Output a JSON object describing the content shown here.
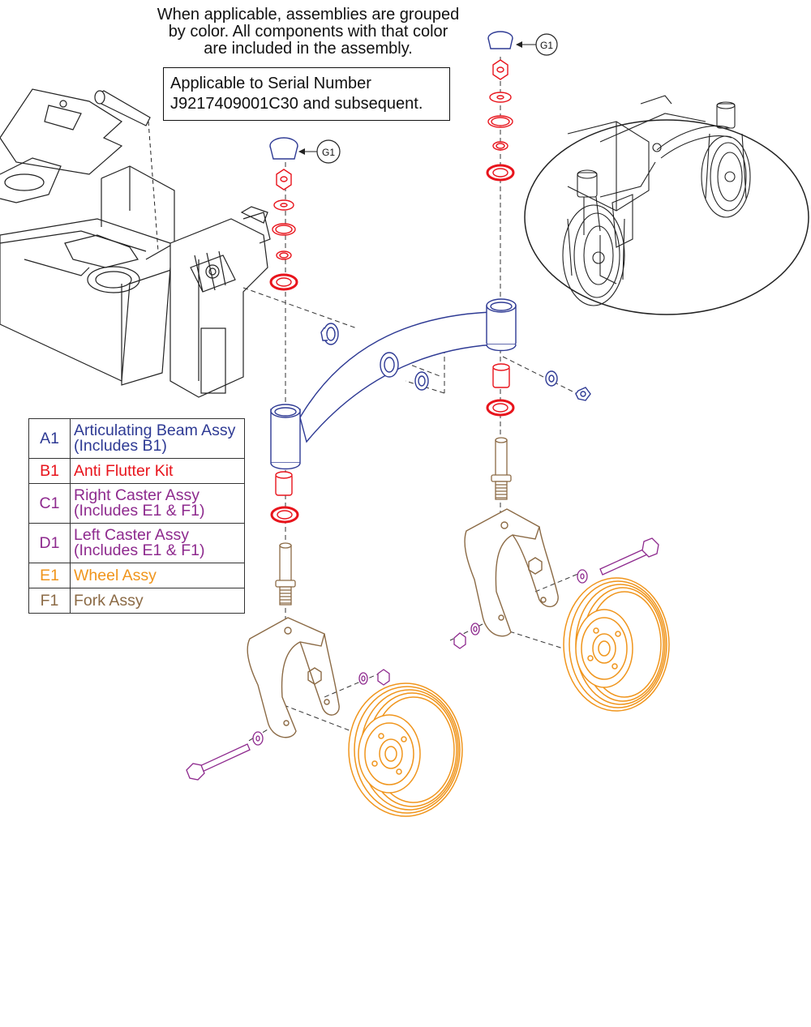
{
  "note": {
    "line1": "When applicable, assemblies are grouped",
    "line2": "by color. All components with that color",
    "line3": "are included in the assembly."
  },
  "serial": {
    "line1": "Applicable to Serial Number",
    "line2": "J9217409001C30 and subsequent."
  },
  "callouts": {
    "g1_right": "G1",
    "g1_left": "G1"
  },
  "legend": [
    {
      "code": "A1",
      "line1": "Articulating Beam Assy",
      "line2": "(Includes B1)",
      "color": "#2e3a94"
    },
    {
      "code": "B1",
      "line1": "Anti Flutter Kit",
      "line2": "",
      "color": "#e8141c"
    },
    {
      "code": "C1",
      "line1": "Right Caster Assy",
      "line2": "(Includes E1 & F1)",
      "color": "#8e2a8e"
    },
    {
      "code": "D1",
      "line1": "Left Caster Assy",
      "line2": "(Includes E1 & F1)",
      "color": "#8e2a8e"
    },
    {
      "code": "E1",
      "line1": "Wheel Assy",
      "line2": "",
      "color": "#f0951c"
    },
    {
      "code": "F1",
      "line1": "Fork Assy",
      "line2": "",
      "color": "#8b6a45"
    }
  ],
  "colors": {
    "beam": "#2e3a94",
    "anti_flutter": "#e8141c",
    "caster_hardware": "#8e2a8e",
    "wheel": "#f0951c",
    "fork": "#8b6a45",
    "frame": "#222222"
  }
}
